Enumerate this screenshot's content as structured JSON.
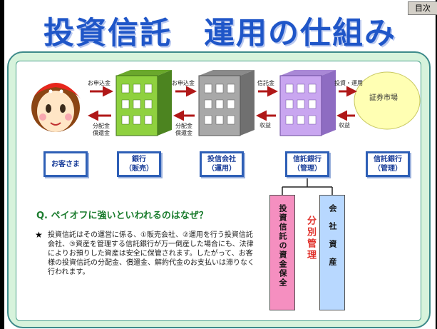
{
  "title": "投資信託　運用の仕組み",
  "nav_button": "目次",
  "flow": {
    "apply_1": "お申込金",
    "apply_2": "お申込金",
    "trust_money": "信託金",
    "invest": "投資・運用",
    "dist_1a": "分配金",
    "dist_1b": "償還金",
    "dist_2a": "分配金",
    "dist_2b": "償還金",
    "profit_1": "収益",
    "profit_2": "収益",
    "market": "証券市場"
  },
  "boxes": {
    "customer": {
      "line1": "お客さま",
      "line2": ""
    },
    "bank": {
      "line1": "銀行",
      "line2": "（販売）"
    },
    "trust_company": {
      "line1": "投信会社",
      "line2": "（運用）"
    },
    "trust_bank_1": {
      "line1": "信託銀行",
      "line2": "（管理）"
    },
    "trust_bank_2": {
      "line1": "信託銀行",
      "line2": "（管理）"
    }
  },
  "question": "Q. ペイオフに強いといわれるのはなぜ？",
  "star": "★",
  "body": "投資信託はその運営に係る、①販売会社、②運用を行う投資信託会社、③資産を管理する信託銀行が万一倒産した場合にも、法律によりお預りした資産は安全に保管されます。したがって、お客様の投資信託の分配金、償還金、解約代金のお支払いは滞りなく行われます。",
  "separate_label": "分別管理",
  "pink_box": "投資信託の資金保全",
  "blue_box": "会社資産",
  "colors": {
    "title": "#1f56c8",
    "building_green": "#8fd13f",
    "building_gray": "#a8a8a8",
    "building_purple": "#c9a6f0",
    "arrow": "#b01818",
    "market": "#ffffb3",
    "pink": "#f58fc0",
    "blue": "#b8d8ff"
  }
}
